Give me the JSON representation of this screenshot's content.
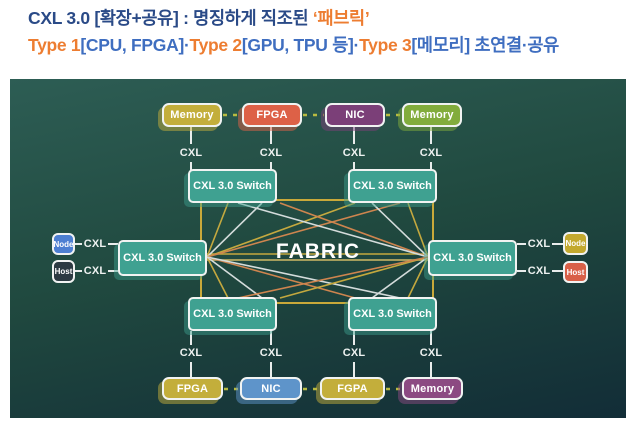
{
  "title": {
    "line1_main": "CXL 3.0 [확장+공유] : 명징하게 직조된 ",
    "line1_highlight": "‘패브릭’",
    "line2_parts": {
      "t1": "Type 1",
      "b1": "[CPU, FPGA]·",
      "t2": "Type 2",
      "b2": "[GPU, TPU 등]·",
      "t3": "Type 3",
      "b3": "[메모리] 초연결·공유"
    }
  },
  "diagram": {
    "fabric_label": "FABRIC",
    "cxl_label": "CXL",
    "switch_label": "CXL 3.0 Switch",
    "top_row": [
      {
        "label": "Memory",
        "color": "#c3ae3b"
      },
      {
        "label": "FPGA",
        "color": "#dd6147"
      },
      {
        "label": "NIC",
        "color": "#7b3f78"
      },
      {
        "label": "Memory",
        "color": "#82ac3c"
      }
    ],
    "bottom_row": [
      {
        "label": "FPGA",
        "color": "#c3ae3b"
      },
      {
        "label": "NIC",
        "color": "#5e94ca"
      },
      {
        "label": "FGPA",
        "color": "#c3ae3b"
      },
      {
        "label": "Memory",
        "color": "#8c4a82"
      }
    ],
    "left_nodes": [
      {
        "label": "Node",
        "color": "#4d7fd2"
      },
      {
        "label": "Host",
        "color": "#2c3a42"
      }
    ],
    "right_nodes": [
      {
        "label": "Node",
        "color": "#c3a92f"
      },
      {
        "label": "Host",
        "color": "#d96048"
      }
    ],
    "accent_colors": {
      "title_navy": "#2a4a87",
      "title_blue": "#3f6ec0",
      "title_orange": "#ed7d31",
      "panel_top": "#2d5d54",
      "panel_bottom": "#122d37",
      "fabric_border": "#c9a93a",
      "mesh_gold": "#d2b13f",
      "mesh_white": "#e4e9e9",
      "mesh_orange": "#dd8a50",
      "connector_dash": "#b9bb41",
      "switch_fill": "#3fa191"
    }
  }
}
